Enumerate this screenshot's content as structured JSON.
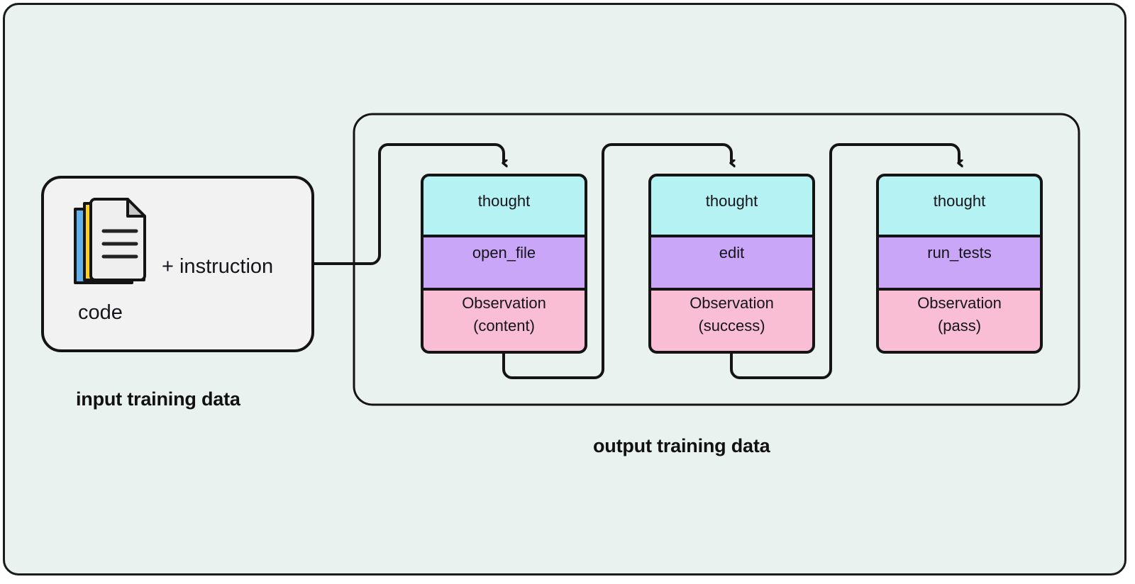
{
  "diagram": {
    "title_absent": true,
    "background_color": "#e9f2ee",
    "stroke_color": "#141414",
    "input_panel": {
      "name": "code-input-card",
      "fill": "#f2f2f2",
      "icon": "stacked-documents-icon",
      "icon_colors": [
        "#5aaee8",
        "#ffd11a",
        "#eeeeee"
      ],
      "instruction_label": "+ instruction",
      "code_label": "code",
      "caption": "input training data"
    },
    "output_panel": {
      "name": "output-container",
      "caption": "output training data",
      "steps": [
        {
          "thought": "thought",
          "action": "open_file",
          "observation_line1": "Observation",
          "observation_line2": "(content)"
        },
        {
          "thought": "thought",
          "action": "edit",
          "observation_line1": "Observation",
          "observation_line2": "(success)"
        },
        {
          "thought": "thought",
          "action": "run_tests",
          "observation_line1": "Observation",
          "observation_line2": "(pass)"
        }
      ],
      "cell_colors": {
        "thought": "#b4f2f4",
        "action": "#c9a6f8",
        "observation": "#f9bed4"
      }
    }
  }
}
